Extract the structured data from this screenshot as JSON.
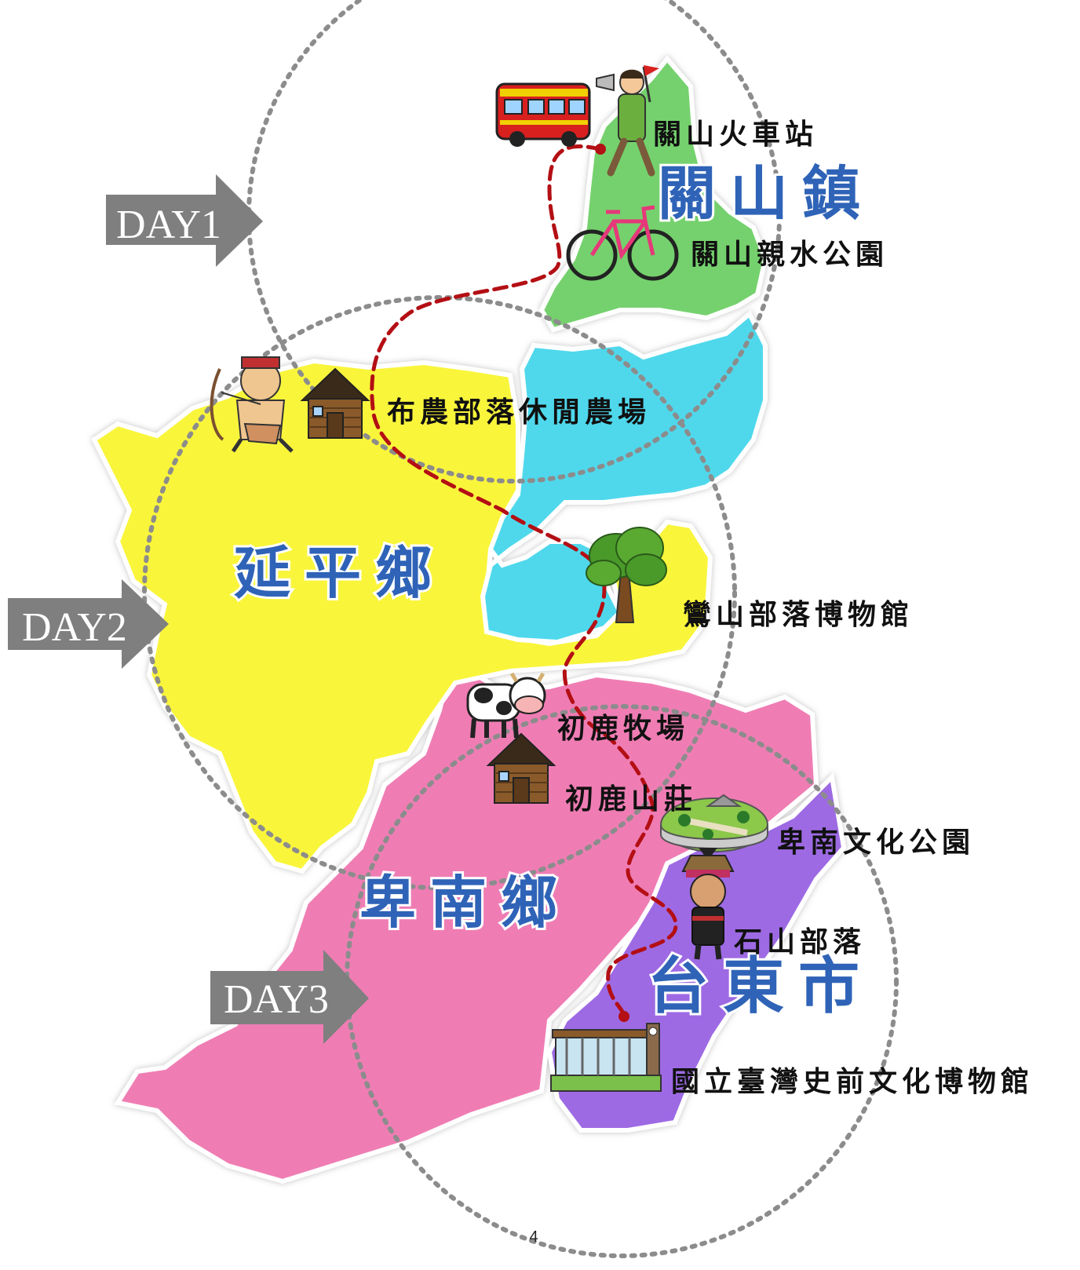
{
  "colors": {
    "guanshan": "#74d16d",
    "luye": "#4fd8ec",
    "yanping": "#f9f53a",
    "beinan": "#ef7db4",
    "taitung": "#9d6ae3",
    "route": "#b30f14",
    "circle": "#8c8c8c",
    "arrow": "#7f7f7f",
    "region_text": "#2f63b7"
  },
  "days": [
    {
      "label": "DAY1"
    },
    {
      "label": "DAY2"
    },
    {
      "label": "DAY3"
    }
  ],
  "regions": [
    {
      "name": "關山鎮"
    },
    {
      "name": "延平鄉"
    },
    {
      "name": "卑南鄉"
    },
    {
      "name": "台東市"
    }
  ],
  "pois": [
    {
      "label": "關山火車站",
      "icon": "bus-icon"
    },
    {
      "label": "關山親水公園",
      "icon": "bicycle-icon"
    },
    {
      "label": "布農部落休閒農場",
      "icon": "cabin-icon"
    },
    {
      "label": "鸞山部落博物館",
      "icon": "tree-icon"
    },
    {
      "label": "初鹿牧場",
      "icon": "cow-icon"
    },
    {
      "label": "初鹿山莊",
      "icon": "cabin-icon"
    },
    {
      "label": "卑南文化公園",
      "icon": "park-icon"
    },
    {
      "label": "石山部落",
      "icon": "aboriginal-person-icon"
    },
    {
      "label": "國立臺灣史前文化博物館",
      "icon": "museum-icon"
    }
  ],
  "page_number": "4"
}
